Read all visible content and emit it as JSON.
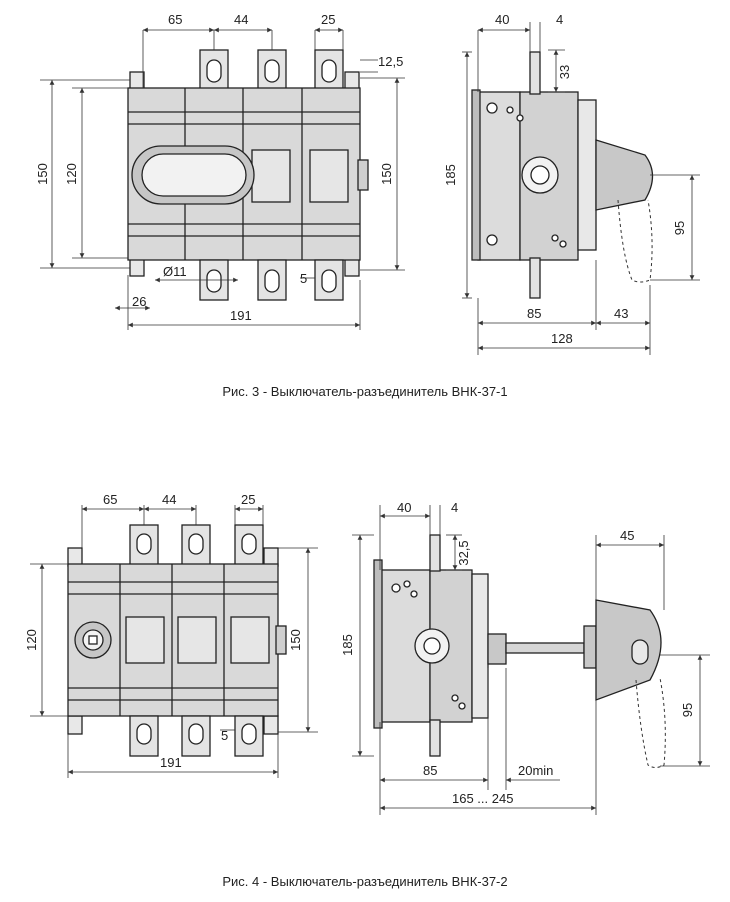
{
  "figure3": {
    "caption": "Рис. 3 - Выключатель-разъединитель ВНК-37-1",
    "front": {
      "d65": "65",
      "d44": "44",
      "d25": "25",
      "d125": "12,5",
      "h150": "150",
      "h120": "120",
      "h150r": "150",
      "d11": "Ø11",
      "d5": "5",
      "d26": "26",
      "w191": "191"
    },
    "side": {
      "d40": "40",
      "d4": "4",
      "d33": "33",
      "h185": "185",
      "h95": "95",
      "w85": "85",
      "w43": "43",
      "w128": "128"
    }
  },
  "figure4": {
    "caption": "Рис. 4 - Выключатель-разъединитель ВНК-37-2",
    "front": {
      "d65": "65",
      "d44": "44",
      "d25": "25",
      "h120": "120",
      "h150": "150",
      "d5": "5",
      "w191": "191"
    },
    "side": {
      "d40": "40",
      "d4": "4",
      "d325": "32,5",
      "h185": "185",
      "d45": "45",
      "h95": "95",
      "w85": "85",
      "w20": "20min",
      "w165": "165 ... 245"
    }
  },
  "colors": {
    "body": "#dcdcdc",
    "line": "#222222",
    "handle": "#c8c8c8"
  }
}
